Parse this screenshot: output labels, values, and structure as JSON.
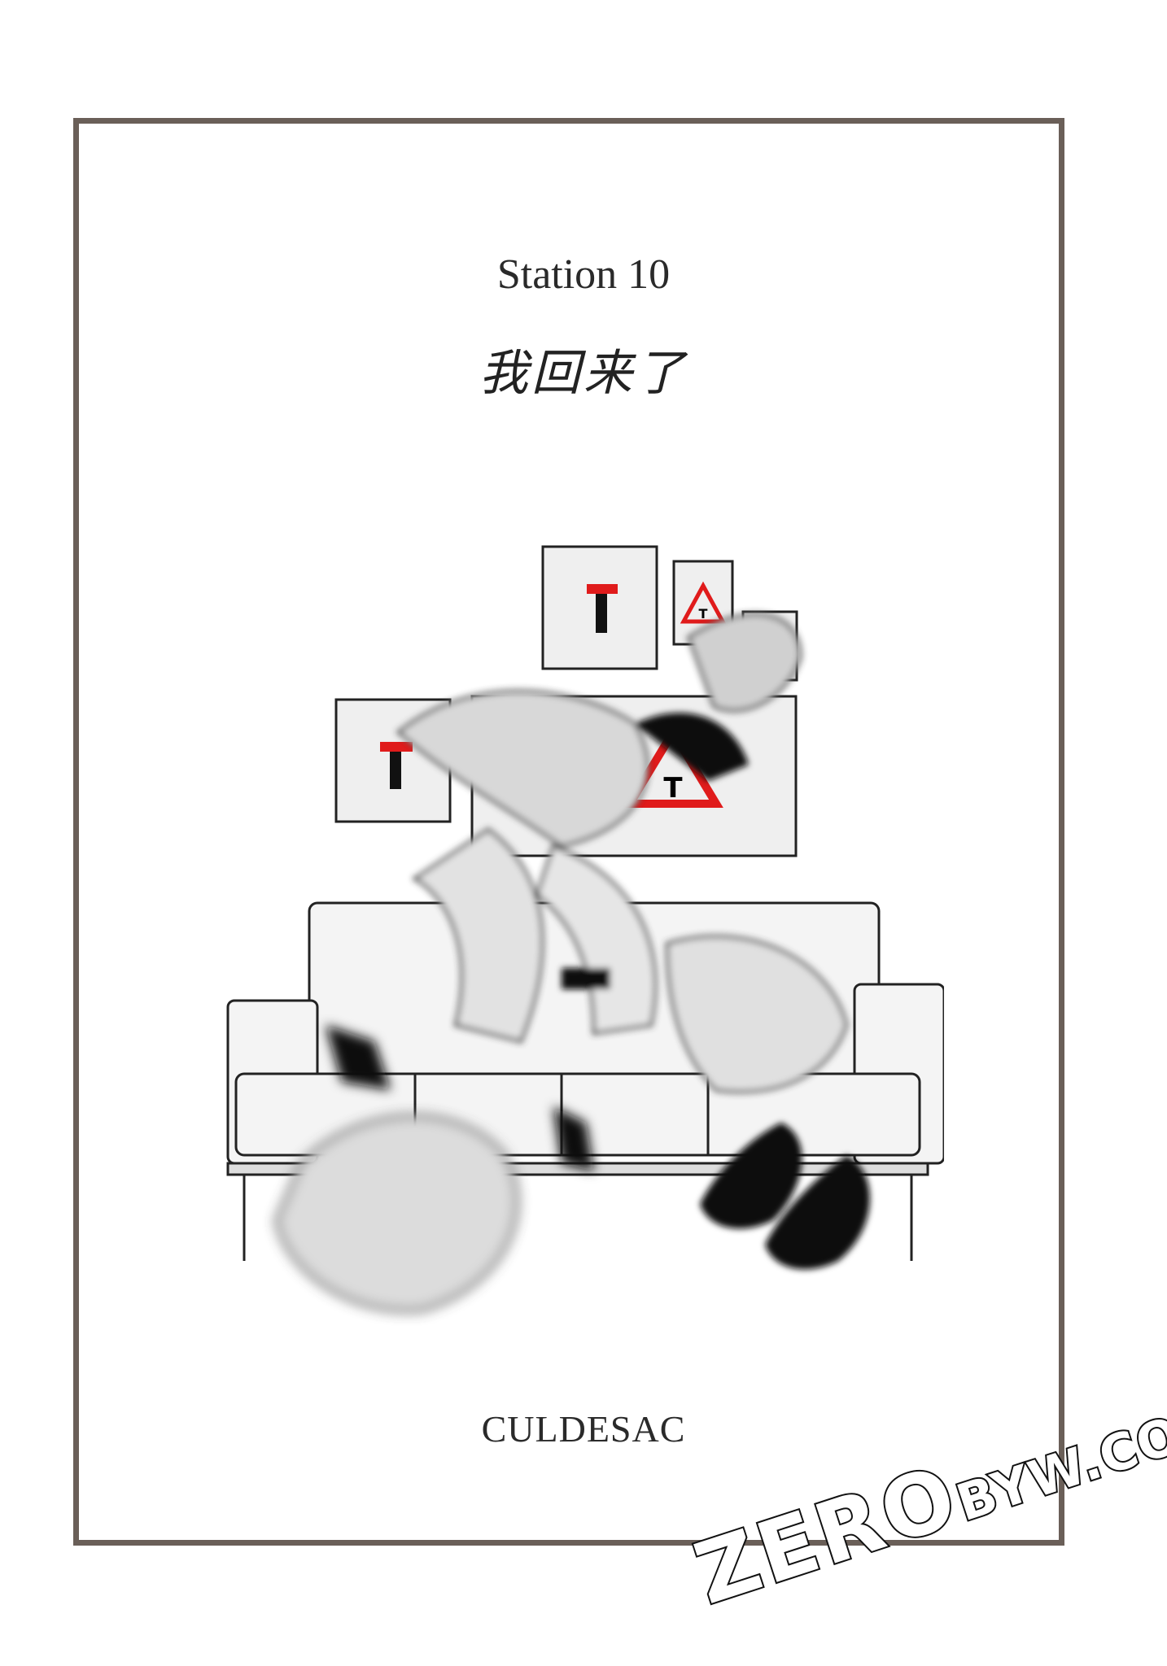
{
  "page": {
    "title": "Station 10",
    "subtitle": "我回来了",
    "author": "CULDESAC"
  },
  "illustration": {
    "sign_letter": "T",
    "colors": {
      "sign_red": "#e01b1b",
      "ink": "#111111",
      "paper": "#f1f1f1"
    }
  },
  "watermark": {
    "main": "ZERO",
    "suffix": "BYW.COM"
  },
  "colors": {
    "frame": "#6a5f58",
    "background": "#ffffff"
  }
}
